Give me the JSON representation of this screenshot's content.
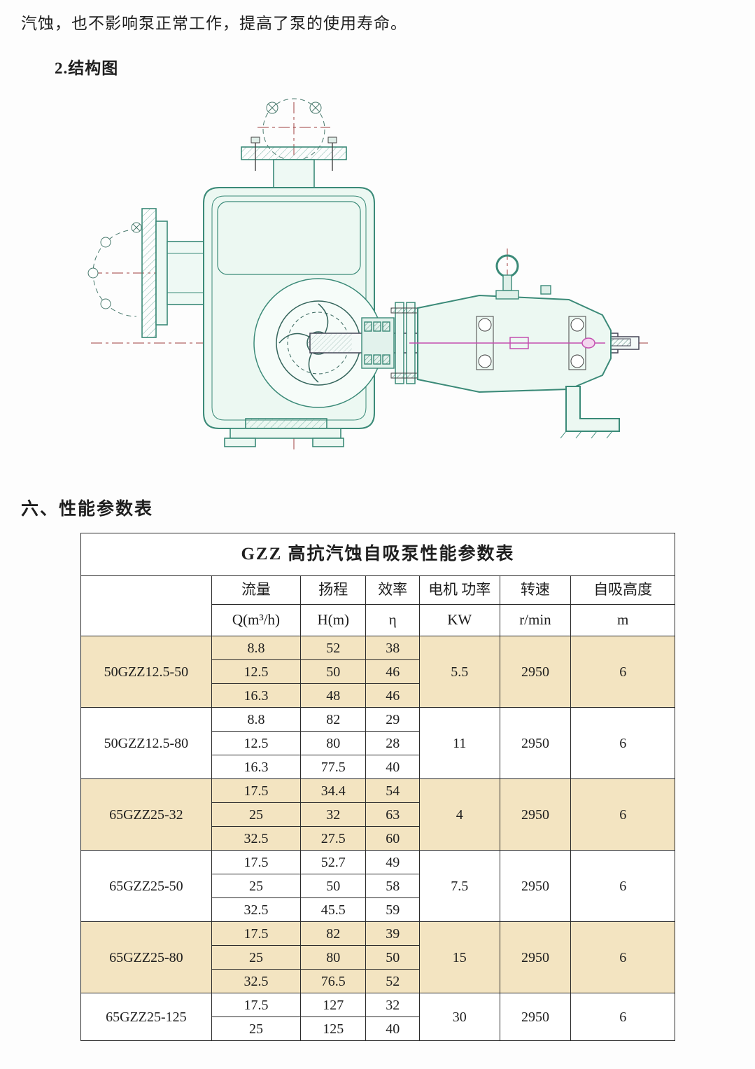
{
  "page": {
    "intro_text": "汽蚀，也不影响泵正常工作，提高了泵的使用寿命。",
    "structure_section_title": "2.结构图",
    "params_section_title": "六、性能参数表"
  },
  "colors": {
    "row_highlight": "#f3e4c1",
    "diagram_outline": "#3b8a78",
    "diagram_fill": "#ecf8f2",
    "centerline": "#a04040",
    "magenta_accent": "#c44fb0"
  },
  "diagram": {
    "name": "pump-structure-cross-section"
  },
  "table": {
    "title": "GZZ 高抗汽蚀自吸泵性能参数表",
    "col_headers": [
      "流量",
      "扬程",
      "效率",
      "电机 功率",
      "转速",
      "自吸高度"
    ],
    "unit_headers": [
      "Q(m³/h)",
      "H(m)",
      "η",
      "KW",
      "r/min",
      "m"
    ],
    "groups": [
      {
        "model": "50GZZ12.5-50",
        "highlight": true,
        "rows": [
          [
            "8.8",
            "52",
            "38"
          ],
          [
            "12.5",
            "50",
            "46"
          ],
          [
            "16.3",
            "48",
            "46"
          ]
        ],
        "power": "5.5",
        "speed": "2950",
        "suction": "6"
      },
      {
        "model": "50GZZ12.5-80",
        "highlight": false,
        "rows": [
          [
            "8.8",
            "82",
            "29"
          ],
          [
            "12.5",
            "80",
            "28"
          ],
          [
            "16.3",
            "77.5",
            "40"
          ]
        ],
        "power": "11",
        "speed": "2950",
        "suction": "6"
      },
      {
        "model": "65GZZ25-32",
        "highlight": true,
        "rows": [
          [
            "17.5",
            "34.4",
            "54"
          ],
          [
            "25",
            "32",
            "63"
          ],
          [
            "32.5",
            "27.5",
            "60"
          ]
        ],
        "power": "4",
        "speed": "2950",
        "suction": "6"
      },
      {
        "model": "65GZZ25-50",
        "highlight": false,
        "rows": [
          [
            "17.5",
            "52.7",
            "49"
          ],
          [
            "25",
            "50",
            "58"
          ],
          [
            "32.5",
            "45.5",
            "59"
          ]
        ],
        "power": "7.5",
        "speed": "2950",
        "suction": "6"
      },
      {
        "model": "65GZZ25-80",
        "highlight": true,
        "rows": [
          [
            "17.5",
            "82",
            "39"
          ],
          [
            "25",
            "80",
            "50"
          ],
          [
            "32.5",
            "76.5",
            "52"
          ]
        ],
        "power": "15",
        "speed": "2950",
        "suction": "6"
      },
      {
        "model": "65GZZ25-125",
        "highlight": false,
        "rows": [
          [
            "17.5",
            "127",
            "32"
          ],
          [
            "25",
            "125",
            "40"
          ]
        ],
        "power": "30",
        "speed": "2950",
        "suction": "6"
      }
    ]
  }
}
